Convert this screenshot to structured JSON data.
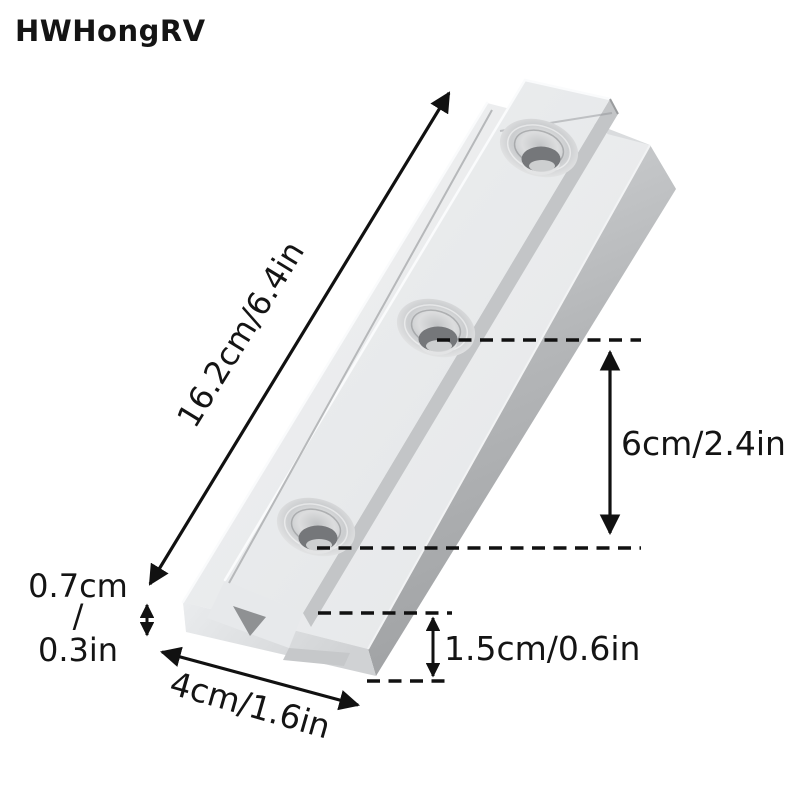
{
  "brand": {
    "logo": "HWHongRV"
  },
  "figure": {
    "subject": "Aluminum T-track connector bar with 3 countersunk screw holes",
    "holes": 3
  },
  "annotations": {
    "length": {
      "label": "16.2cm/6.4in"
    },
    "hole_spacing": {
      "label": "6cm/2.4in"
    },
    "thickness": {
      "line1": "0.7cm",
      "line2": "/",
      "line3": "0.3in"
    },
    "width": {
      "label": "4cm/1.6in"
    },
    "rail_height": {
      "label": "1.5cm/0.6in"
    }
  },
  "colors": {
    "annotation": "#141414",
    "background": "#ffffff",
    "metal_light": "#eceeef",
    "metal_mid": "#c9cbcd",
    "metal_dark": "#a6a8aa"
  }
}
